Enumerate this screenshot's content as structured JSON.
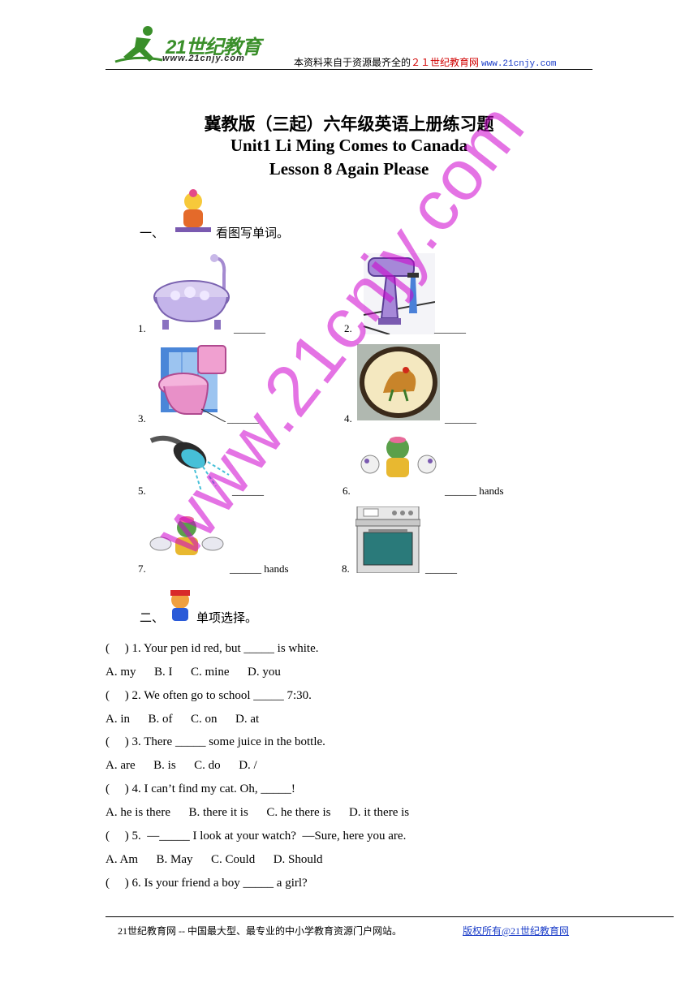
{
  "header": {
    "logo_text": "21世纪教育",
    "logo_url": "www.21cnjy.com",
    "note_prefix": "本资料来自于资源最齐全的",
    "note_site": "２１世纪教育网",
    "note_url": "www.21cnjy.com"
  },
  "titles": [
    "冀教版（三起）六年级英语上册练习题",
    "Unit1 Li Ming Comes to Canada",
    "Lesson 8 Again Please"
  ],
  "section1": {
    "num": "一、",
    "label": "看图写单词。"
  },
  "pictures": [
    {
      "num": "1.",
      "blank": "______",
      "icon": "bathtub-icon"
    },
    {
      "num": "2.",
      "blank": "______",
      "icon": "sink-icon"
    },
    {
      "num": "3.",
      "blank": "______",
      "icon": "toilet-icon"
    },
    {
      "num": "4.",
      "blank": "______",
      "icon": "plate-icon"
    },
    {
      "num": "5.",
      "blank": "______",
      "icon": "shower-icon"
    },
    {
      "num": "6.",
      "blank": "______ hands",
      "icon": "wash-hands-icon"
    },
    {
      "num": "7.",
      "blank": "______ hands",
      "icon": "dry-hands-icon"
    },
    {
      "num": "8.",
      "blank": "______",
      "icon": "stove-icon"
    }
  ],
  "section2": {
    "num": "二、",
    "label": "单项选择。"
  },
  "questions": [
    {
      "q": "(     ) 1. Your pen id red, but _____ is white.",
      "opts": [
        "A. my",
        "B. I",
        "C. mine",
        "D. you"
      ]
    },
    {
      "q": "(     ) 2. We often go to school _____ 7:30.",
      "opts": [
        "A. in",
        "B. of",
        "C. on",
        "D. at"
      ]
    },
    {
      "q": "(     ) 3. There _____ some juice in the bottle.",
      "opts": [
        "A. are",
        "B. is",
        "C. do",
        "D. /"
      ]
    },
    {
      "q": "(     ) 4. I can’t find my cat. Oh, _____!",
      "opts": [
        "A. he is there",
        "B. there it is",
        "C. he there is",
        "D. it there is"
      ]
    },
    {
      "q": "(     ) 5.  —_____ I look at your watch?  —Sure, here you are.",
      "opts": [
        "A. Am",
        "B. May",
        "C. Could",
        "D. Should"
      ]
    },
    {
      "q": "(     ) 6. Is your friend a boy _____ a girl?",
      "opts": []
    }
  ],
  "footer": {
    "left": "21世纪教育网 -- 中国最大型、最专业的中小学教育资源门户网站。",
    "right": "版权所有@21世纪教育网"
  },
  "watermark": "www.21cnjy.com"
}
